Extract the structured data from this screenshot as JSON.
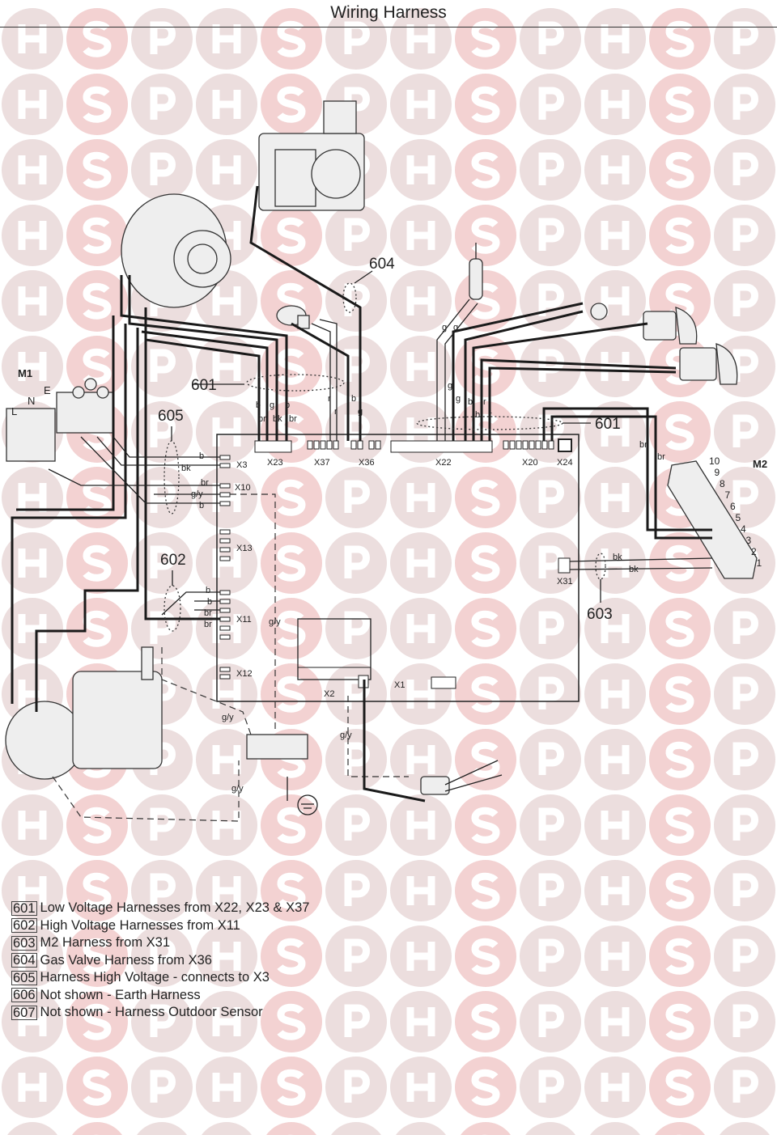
{
  "title": "Wiring Harness",
  "watermark": {
    "letters": [
      "H",
      "S",
      "P"
    ],
    "circle_color": "#ecdede",
    "letter_color": "#ffffff",
    "s_circle_color": "#f3d2d2"
  },
  "components": {
    "m1": "M1",
    "m1_terminals": [
      "L",
      "N",
      "E"
    ],
    "m2": "M2",
    "m2_terminals": [
      "10",
      "9",
      "8",
      "7",
      "6",
      "5",
      "4",
      "3",
      "2",
      "1"
    ]
  },
  "connectors": {
    "x3": "X3",
    "x23": "X23",
    "x37": "X37",
    "x36": "X36",
    "x22": "X22",
    "x20": "X20",
    "x24": "X24",
    "x10": "X10",
    "x13": "X13",
    "x11": "X11",
    "x12": "X12",
    "x31": "X31",
    "x2": "X2",
    "x1": "X1"
  },
  "callouts": {
    "c601a": "601",
    "c601b": "601",
    "c602": "602",
    "c603": "603",
    "c604": "604",
    "c605": "605"
  },
  "wire_labels": {
    "x23_top": [
      "b",
      "g",
      "b"
    ],
    "x23_bottom": [
      "br",
      "bk",
      "br"
    ],
    "x37": [
      "r",
      "r"
    ],
    "x36": [
      "b",
      "g"
    ],
    "sensor": [
      "g",
      "g"
    ],
    "x22": [
      "g",
      "g",
      "b",
      "b",
      "r",
      "r"
    ],
    "m2": [
      "br",
      "br"
    ],
    "x31": [
      "bk",
      "bk"
    ],
    "x3": [
      "b",
      "bk"
    ],
    "x10": [
      "br",
      "g/y",
      "b"
    ],
    "x11": [
      "b",
      "b",
      "br",
      "br"
    ],
    "earth": [
      "g/y",
      "g/y",
      "g/y",
      "g/y"
    ]
  },
  "legend": [
    {
      "code": "601",
      "text": "Low Voltage Harnesses from X22, X23 & X37"
    },
    {
      "code": "602",
      "text": "High Voltage Harnesses from X11"
    },
    {
      "code": "603",
      "text": "M2 Harness from X31"
    },
    {
      "code": "604",
      "text": "Gas Valve Harness from X36"
    },
    {
      "code": "605",
      "text": "Harness High Voltage - connects to X3"
    },
    {
      "code": "606",
      "text": "Not shown - Earth Harness"
    },
    {
      "code": "607",
      "text": "Not shown - Harness Outdoor Sensor"
    }
  ]
}
